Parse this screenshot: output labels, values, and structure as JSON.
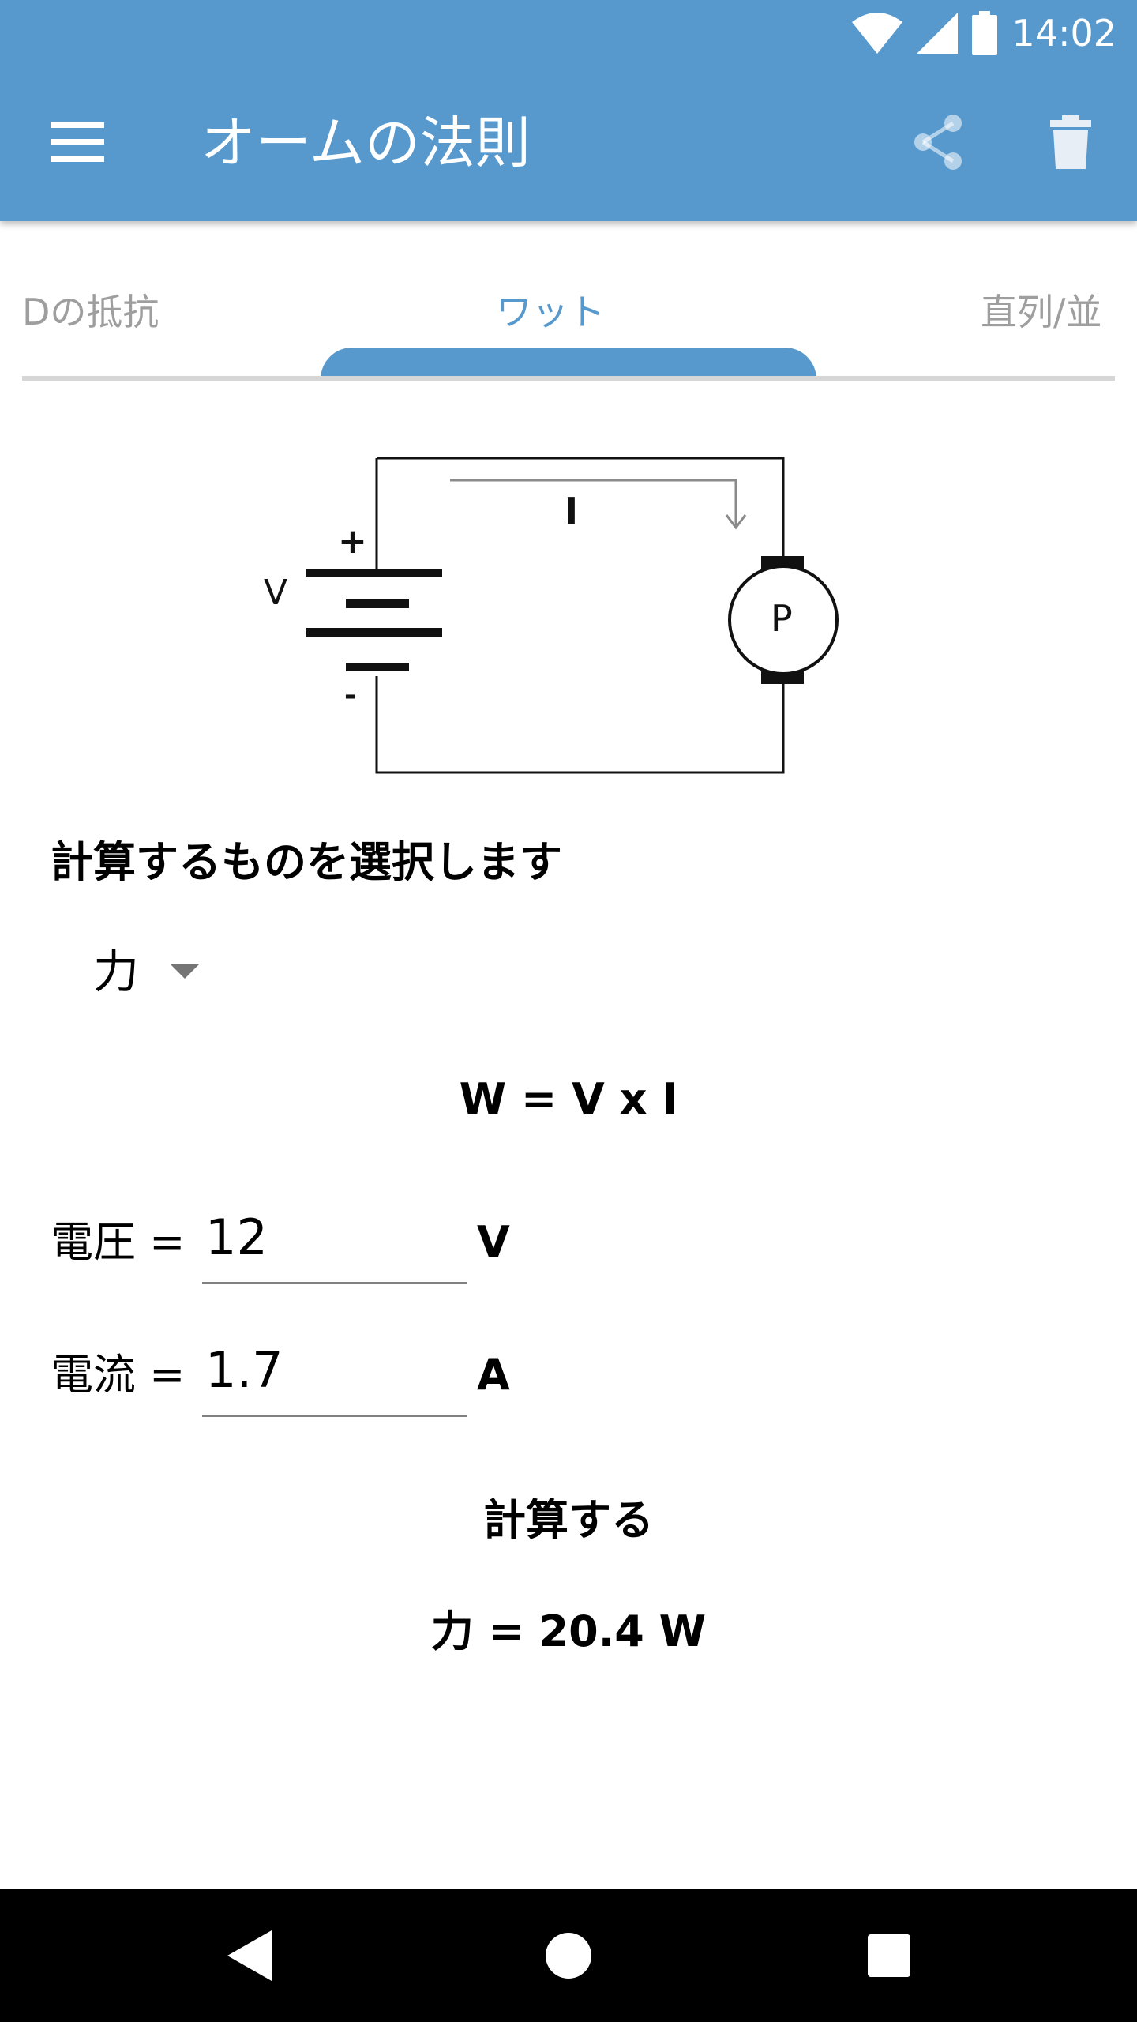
{
  "status_bar": {
    "time": "14:02"
  },
  "toolbar": {
    "title": "オームの法則"
  },
  "tabs": [
    {
      "label": "Dの抵抗"
    },
    {
      "label": "ワット"
    },
    {
      "label": "直列/並"
    }
  ],
  "circuit": {
    "voltage_label": "V",
    "current_label": "I",
    "plus_label": "+",
    "minus_label": "-",
    "load_label": "P"
  },
  "calculator": {
    "prompt": "計算するものを選択します",
    "selected_quantity": "力",
    "formula": "W = V x I",
    "voltage": {
      "label": "電圧 =",
      "value": "12",
      "unit": "V"
    },
    "current": {
      "label": "電流 =",
      "value": "1.7",
      "unit": "A"
    },
    "calculate_label": "計算する",
    "result": "力 = 20.4 W"
  },
  "colors": {
    "primary": "#5799cd",
    "inactive_tab": "#9e9e9e",
    "nav_bar": "#000000"
  },
  "icons": {
    "menu": "menu-icon",
    "share": "share-icon",
    "delete": "delete-icon",
    "wifi": "wifi-icon",
    "signal": "signal-icon",
    "battery": "battery-icon"
  }
}
